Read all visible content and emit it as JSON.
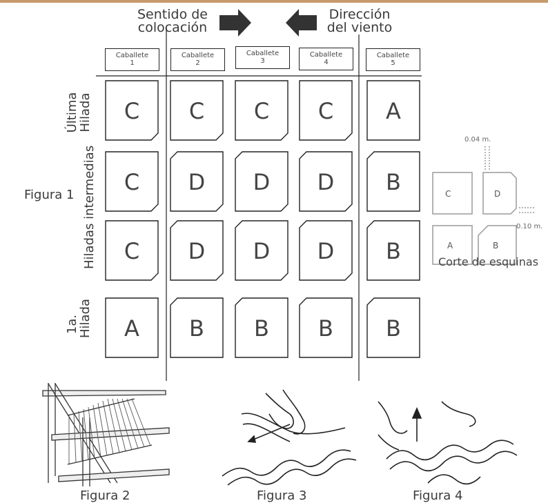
{
  "header": {
    "left_label": [
      "Sentido de",
      "colocación"
    ],
    "right_label": [
      "Dirección",
      "del viento"
    ]
  },
  "columns": [
    {
      "label": [
        "Caballete",
        "1"
      ]
    },
    {
      "label": [
        "Caballete",
        "2"
      ]
    },
    {
      "label": [
        "Caballete",
        "3"
      ]
    },
    {
      "label": [
        "Caballete",
        "4"
      ]
    },
    {
      "label": [
        "Caballete",
        "5"
      ]
    }
  ],
  "row_labels": {
    "top": [
      "Última",
      "Hilada"
    ],
    "middle": "Hiladas intermedias",
    "bottom": [
      "1a.",
      "Hilada"
    ]
  },
  "grid": [
    [
      "C",
      "C",
      "C",
      "C",
      "A"
    ],
    [
      "C",
      "D",
      "D",
      "D",
      "B"
    ],
    [
      "C",
      "D",
      "D",
      "D",
      "B"
    ],
    [
      "A",
      "B",
      "B",
      "B",
      "B"
    ]
  ],
  "corner_cut": {
    "letters": [
      "C",
      "D",
      "A",
      "B"
    ],
    "dim_top": "0.04 m.",
    "dim_side": "0.10 m.",
    "caption": "Corte de esquinas"
  },
  "figures": {
    "fig1": "Figura 1",
    "fig2": "Figura 2",
    "fig3": "Figura 3",
    "fig4": "Figura 4"
  },
  "colors": {
    "accent_bar": "#c89a6c",
    "tile_stroke": "#222222",
    "corner_stroke": "#9a9a9a"
  }
}
